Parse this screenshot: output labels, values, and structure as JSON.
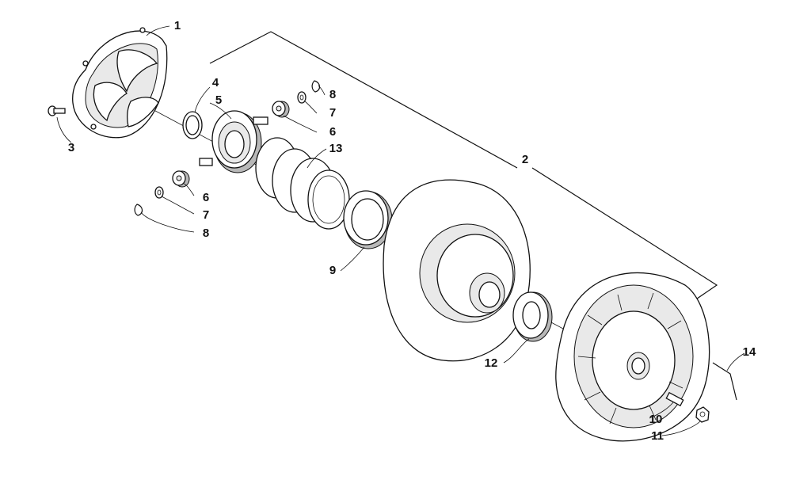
{
  "labels": {
    "l1": "1",
    "l2": "2",
    "l3": "3",
    "l4": "4",
    "l5": "5",
    "l6a": "6",
    "l6b": "6",
    "l7a": "7",
    "l7b": "7",
    "l8a": "8",
    "l8b": "8",
    "l9": "9",
    "l10": "10",
    "l11": "11",
    "l12": "12",
    "l13": "13",
    "l14": "14"
  }
}
